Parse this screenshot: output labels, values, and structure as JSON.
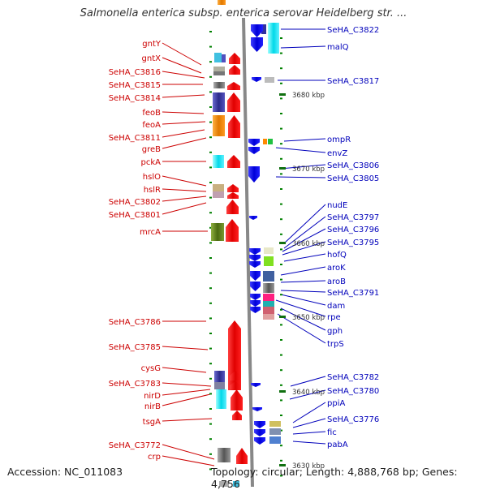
{
  "title": "Salmonella enterica subsp. enterica serovar Heidelberg str. ...",
  "footer": {
    "accession": "Accession: NC_011083",
    "topology": "Topology: circular; Length: 4,888,768 bp; Genes: 4,756"
  },
  "colors": {
    "left_label": "#cc0000",
    "right_label": "#0000bb",
    "plus_strand": "#ff0000",
    "minus_strand": "#0000ff",
    "backbone": "#888888",
    "tick": "#008000"
  },
  "kbp_marks": [
    "3680 kbp",
    "3670 kbp",
    "3660 kbp",
    "3650 kbp",
    "3640 kbp",
    "3630 kbp"
  ],
  "left_labels": [
    "gntY",
    "gntX",
    "SeHA_C3816",
    "SeHA_C3815",
    "SeHA_C3814",
    "feoB",
    "feoA",
    "SeHA_C3811",
    "greB",
    "pckA",
    "hslO",
    "hslR",
    "SeHA_C3802",
    "SeHA_C3801",
    "mrcA",
    "SeHA_C3786",
    "SeHA_C3785",
    "cysG",
    "SeHA_C3783",
    "nirD",
    "nirB",
    "tsgA",
    "SeHA_C3772",
    "crp"
  ],
  "right_labels": [
    "SeHA_C3822",
    "malQ",
    "SeHA_C3817",
    "ompR",
    "envZ",
    "SeHA_C3806",
    "SeHA_C3805",
    "nudE",
    "SeHA_C3797",
    "SeHA_C3796",
    "SeHA_C3795",
    "hofQ",
    "aroK",
    "aroB",
    "SeHA_C3791",
    "dam",
    "rpe",
    "gph",
    "trpS",
    "SeHA_C3782",
    "SeHA_C3780",
    "ppiA",
    "SeHA_C3776",
    "fic",
    "pabA"
  ]
}
